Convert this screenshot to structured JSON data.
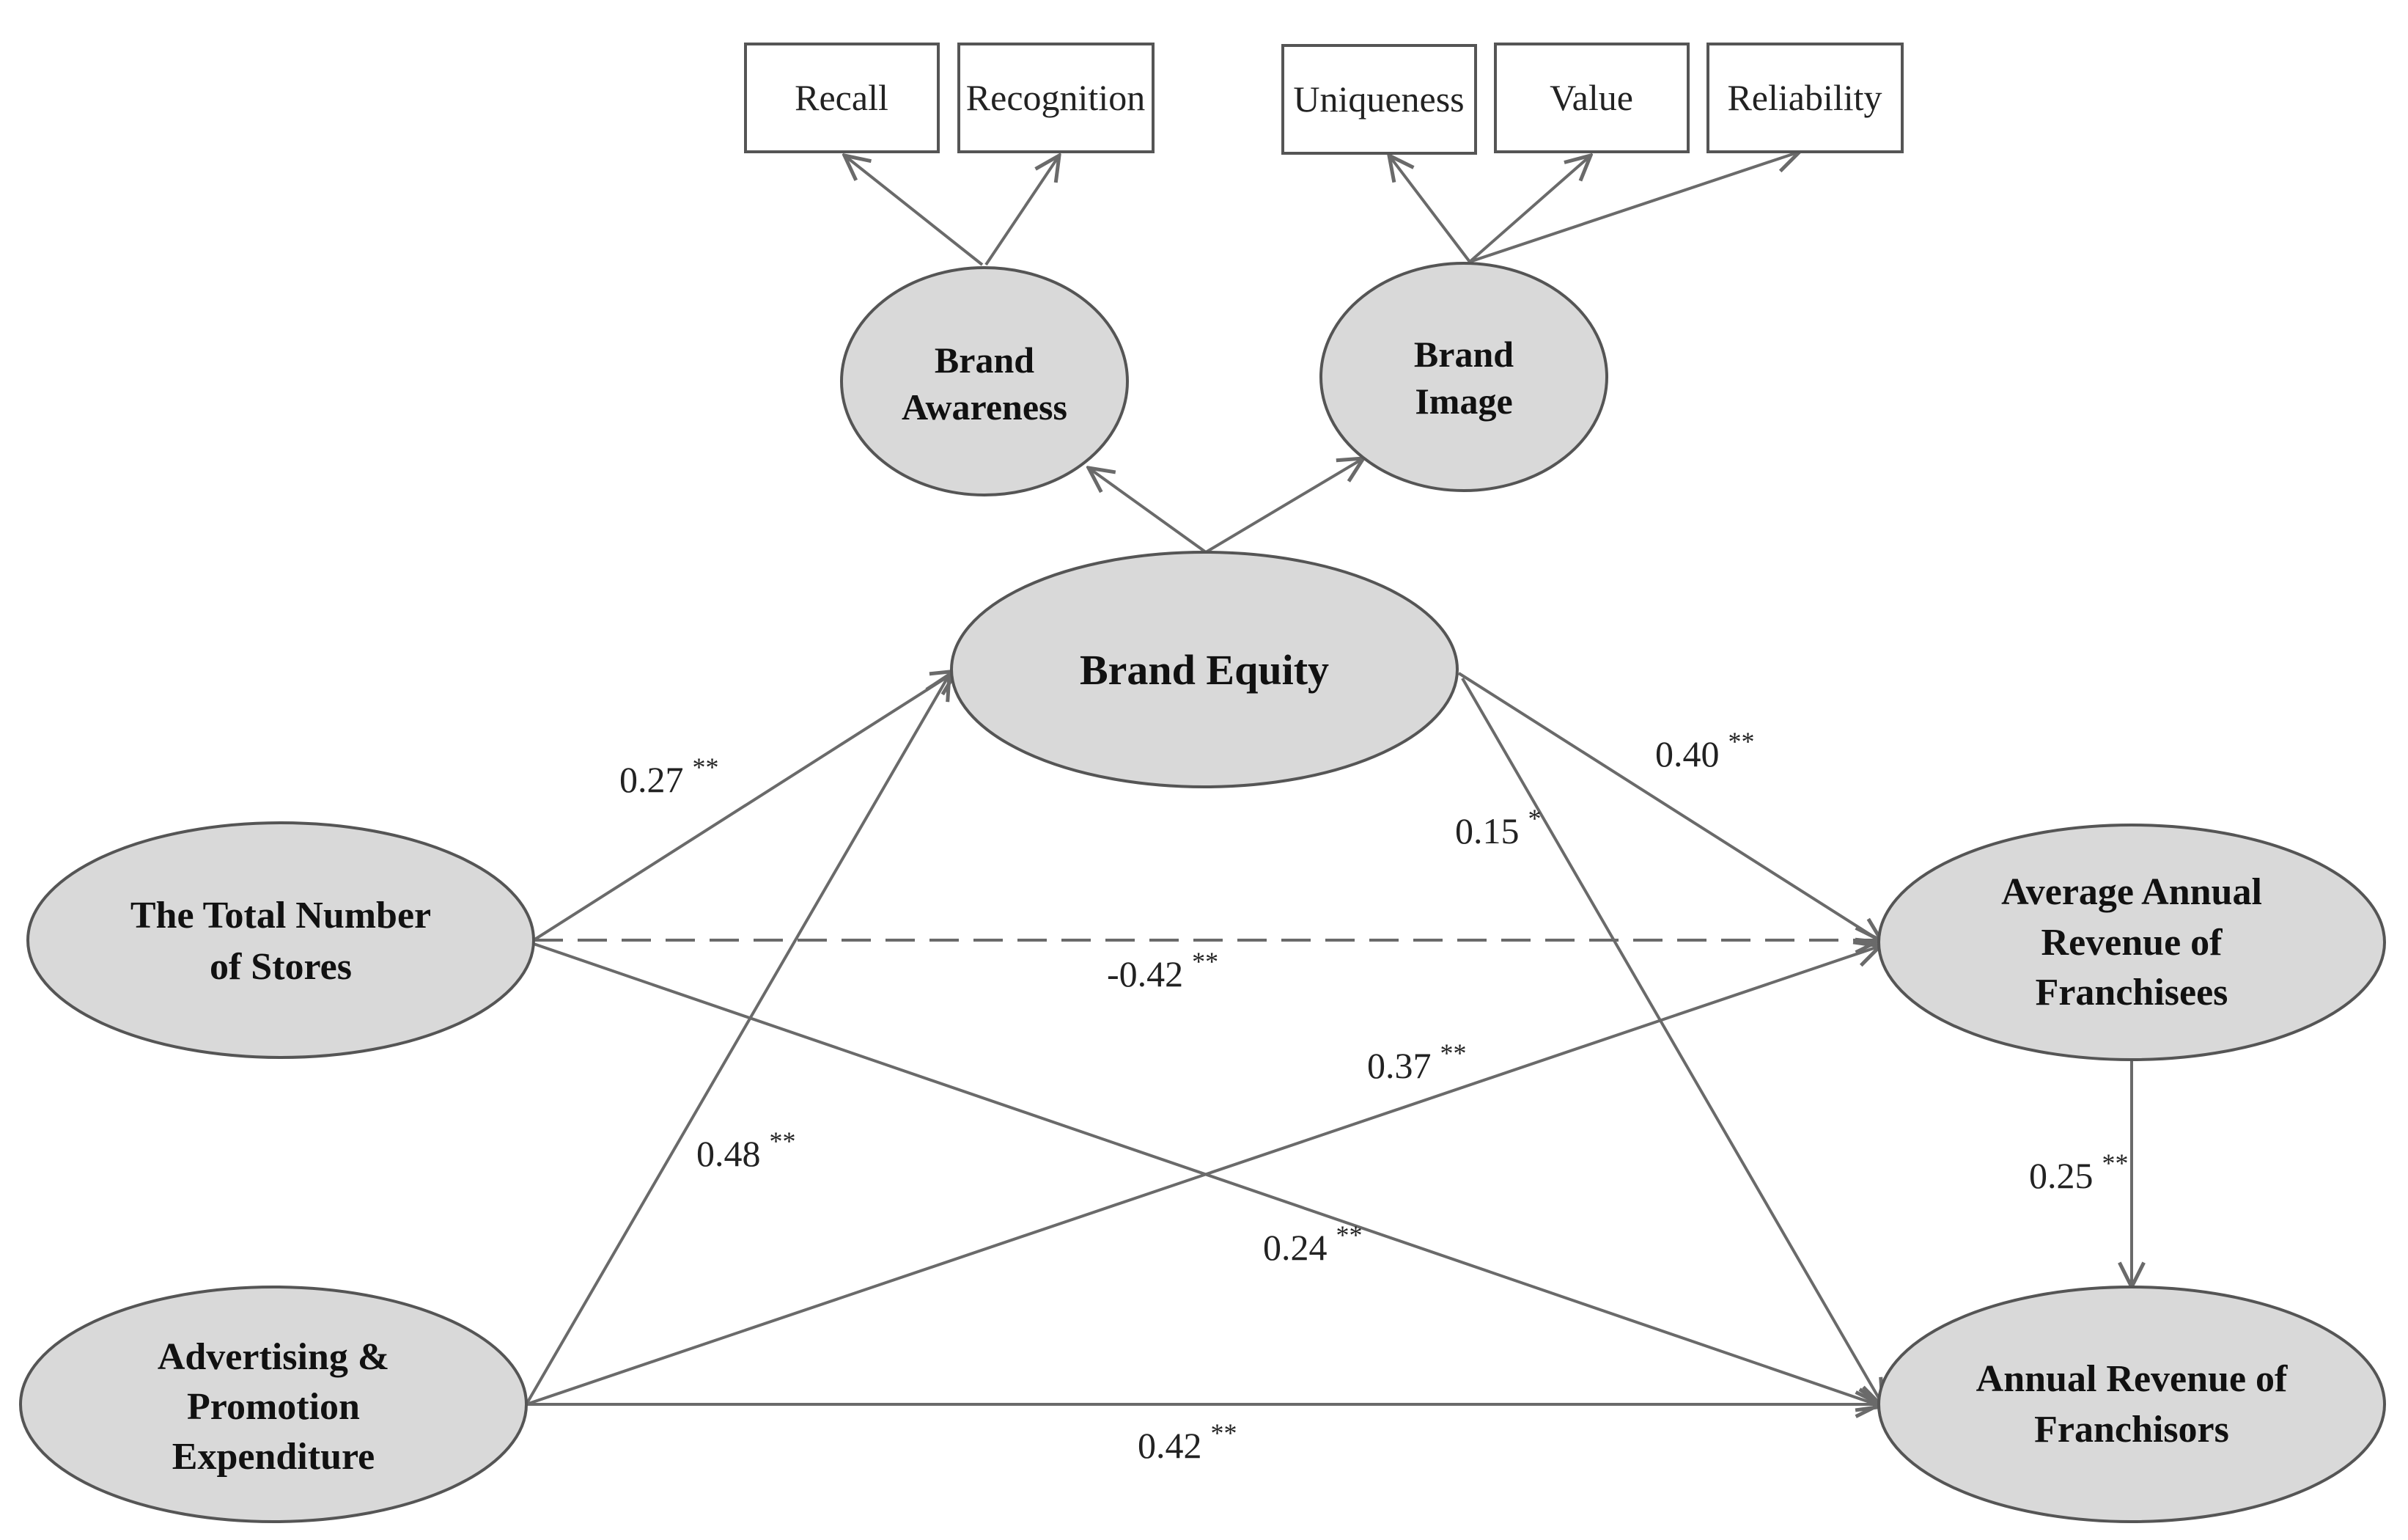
{
  "indicators": {
    "recall": "Recall",
    "recognition": "Recognition",
    "uniqueness": "Uniqueness",
    "value": "Value",
    "reliability": "Reliability"
  },
  "constructs": {
    "brand_awareness": [
      "Brand",
      "Awareness"
    ],
    "brand_image": [
      "Brand",
      "Image"
    ],
    "brand_equity": [
      "Brand Equity"
    ],
    "total_stores": [
      "The Total Number",
      "of Stores"
    ],
    "advertising": [
      "Advertising &",
      "Promotion",
      "Expenditure"
    ],
    "avg_revenue_franchisees": [
      "Average Annual",
      "Revenue of",
      "Franchisees"
    ],
    "annual_revenue_franchisors": [
      "Annual Revenue of",
      "Franchisors"
    ]
  },
  "paths": [
    {
      "id": "stores_to_equity",
      "from": "The Total Number of Stores",
      "to": "Brand Equity",
      "coef": "0.27",
      "sig": "**",
      "style": "solid"
    },
    {
      "id": "adv_to_equity",
      "from": "Advertising & Promotion Expenditure",
      "to": "Brand Equity",
      "coef": "0.48",
      "sig": "**",
      "style": "solid"
    },
    {
      "id": "equity_to_avg",
      "from": "Brand Equity",
      "to": "Average Annual Revenue of Franchisees",
      "coef": "0.40",
      "sig": "**",
      "style": "solid"
    },
    {
      "id": "equity_to_annual",
      "from": "Brand Equity",
      "to": "Annual Revenue of Franchisors",
      "coef": "0.15",
      "sig": "*",
      "style": "solid"
    },
    {
      "id": "stores_to_avg",
      "from": "The Total Number of Stores",
      "to": "Average Annual Revenue of Franchisees",
      "coef": "-0.42",
      "sig": "**",
      "style": "dashed"
    },
    {
      "id": "adv_to_avg",
      "from": "Advertising & Promotion Expenditure",
      "to": "Average Annual Revenue of Franchisees",
      "coef": "0.37",
      "sig": "**",
      "style": "solid"
    },
    {
      "id": "stores_to_annual",
      "from": "The Total Number of Stores",
      "to": "Annual Revenue of Franchisors",
      "coef": "0.24",
      "sig": "**",
      "style": "solid"
    },
    {
      "id": "avg_to_annual",
      "from": "Average Annual Revenue of Franchisees",
      "to": "Annual Revenue of Franchisors",
      "coef": "0.25",
      "sig": "**",
      "style": "solid"
    },
    {
      "id": "adv_to_annual",
      "from": "Advertising & Promotion Expenditure",
      "to": "Annual Revenue of Franchisors",
      "coef": "0.42",
      "sig": "**",
      "style": "solid"
    }
  ],
  "colors": {
    "construct_fill": "#d9d9d9",
    "outline": "#555555",
    "arrow": "#6a6a6a"
  }
}
